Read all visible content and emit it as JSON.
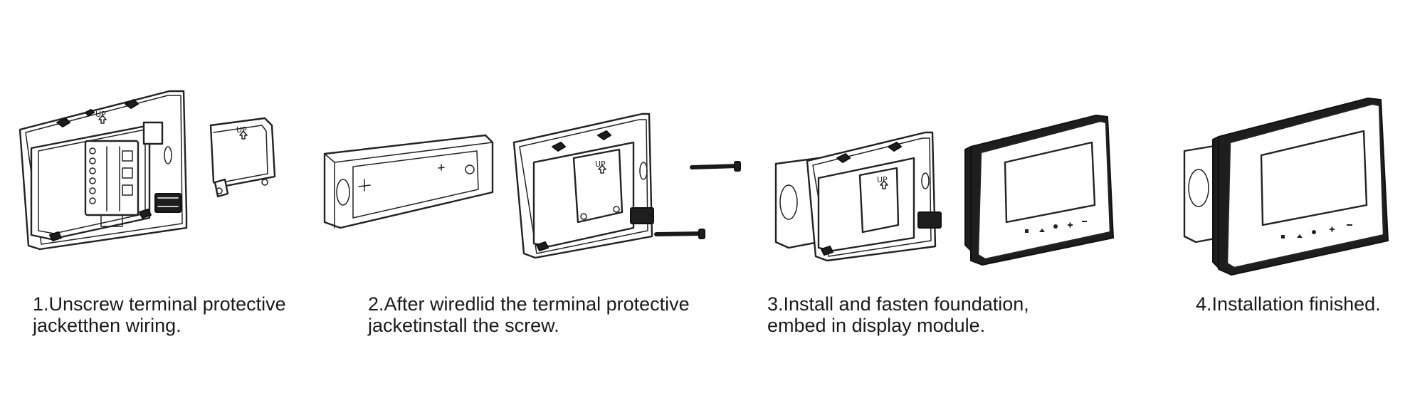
{
  "plate_marking": "UP",
  "steps": [
    {
      "number": 1,
      "lines": [
        "1.Unscrew terminal protective",
        "jacketthen wiring."
      ]
    },
    {
      "number": 2,
      "lines": [
        "2.After wiredlid the terminal protective",
        "jacketinstall the screw."
      ]
    },
    {
      "number": 3,
      "lines": [
        "3.Install and fasten foundation,",
        "embed in display module."
      ]
    },
    {
      "number": 4,
      "lines": [
        "4.Installation finished."
      ]
    }
  ],
  "icons": {
    "panel_keys": [
      "home-icon",
      "person-icon",
      "bell-icon",
      "plus-icon",
      "minus-icon"
    ]
  }
}
